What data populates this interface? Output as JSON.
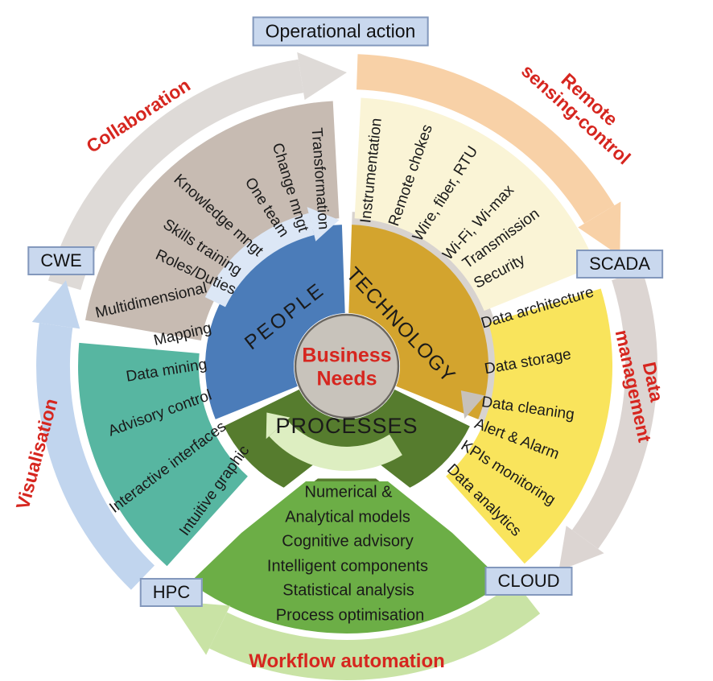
{
  "center": {
    "line1": "Business",
    "line2": "Needs"
  },
  "core_segments": {
    "people": "PEOPLE",
    "technology": "TECHNOLOGY",
    "processes": "PROCESSES"
  },
  "ring_labels": {
    "collaboration": "Collaboration",
    "remote_line1": "Remote",
    "remote_line2": "sensing-control",
    "data_line1": "Data",
    "data_line2": "management",
    "workflow": "Workflow automation",
    "visualisation": "Visualisation"
  },
  "boxes": {
    "operational_action": "Operational action",
    "cwe": "CWE",
    "scada": "SCADA",
    "cloud": "CLOUD",
    "hpc": "HPC"
  },
  "collaboration_items": [
    "Transformation",
    "Change mngt",
    "One team",
    "Knowledge mngt",
    "Skills training",
    "Roles/Duties"
  ],
  "remote_items": [
    "Instrumentation",
    "Remote chokes",
    "Wire, fiber, RTU",
    "Wi-Fi, Wi-max",
    "Transmission",
    "Security"
  ],
  "data_items": [
    "Data architecture",
    "Data storage",
    "Data cleaning",
    "Alert & Alarm",
    "KPIs monitoring",
    "Data analytics"
  ],
  "workflow_items": [
    "Numerical &",
    "Analytical models",
    "Cognitive advisory",
    "Intelligent components",
    "Statistical analysis",
    "Process optimisation"
  ],
  "visualisation_items": [
    "Multidimensional",
    "Mapping",
    "Data mining",
    "Advisory control",
    "Interactive interfaces",
    "Intuitive graphic"
  ],
  "colors": {
    "taupe": "#c7bbb2",
    "cream": "#faf4d6",
    "yellow": "#f9e45c",
    "teal": "#57b6a1",
    "blue": "#4b7cb9",
    "gold": "#d3a42e",
    "darkGreen": "#567c2e",
    "outerGreen": "#6cae46",
    "arcGray": "#dedad7",
    "arcPeach": "#f8d1a7",
    "arcGrayR": "#dcd5d2",
    "arcGreen": "#c9e3a5",
    "arcBlue": "#c1d5ee",
    "ringGray": "#d8d3cf",
    "headGray": "#c7c1bb",
    "bandBlue": "#dce7f6",
    "bandGreen": "#ddeec1",
    "centerFill": "#c8c3bb",
    "centerStroke": "#6b6761",
    "red": "#d6261f",
    "boxFill": "#c9d8ee",
    "boxBorder": "#8398bc"
  }
}
